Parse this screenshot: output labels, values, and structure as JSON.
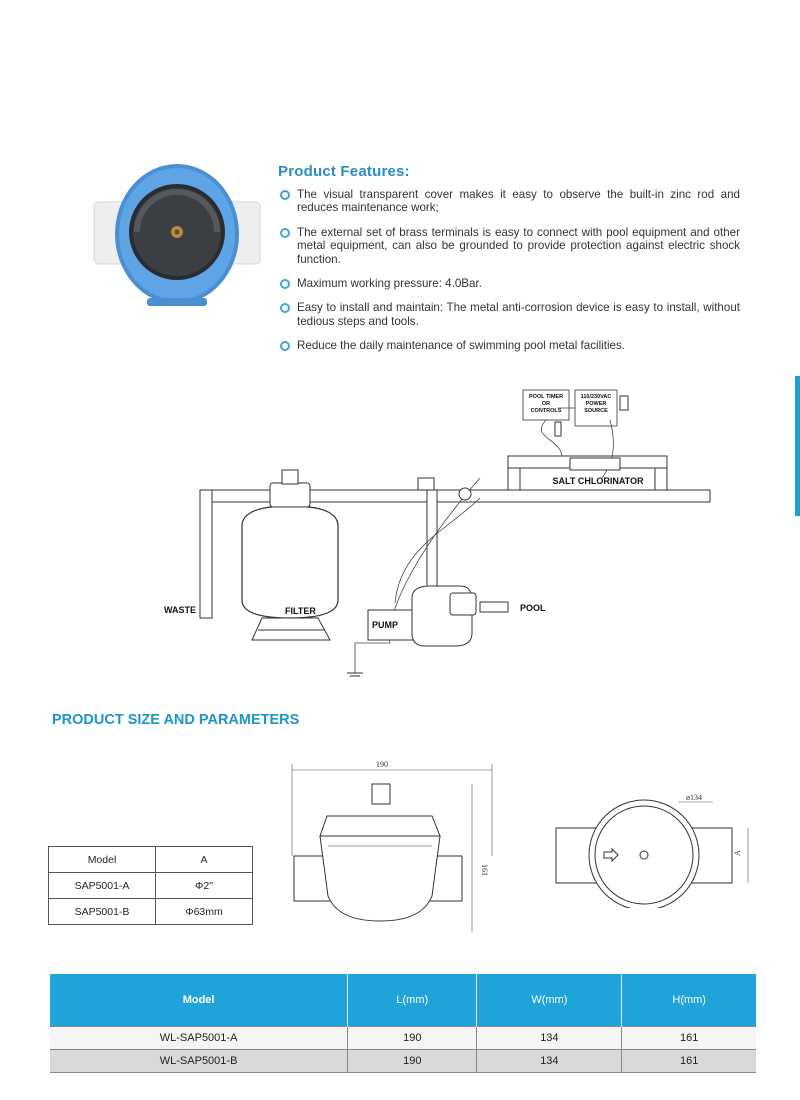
{
  "features": {
    "title": "Product Features:",
    "items": [
      "The visual transparent cover makes it easy to observe the built-in zinc rod and reduces maintenance work;",
      "The external set of brass terminals is easy to connect with pool equipment and other metal equipment, can also be grounded to provide protection against electric shock function.",
      "Maximum working pressure: 4.0Bar.",
      "Easy to install and maintain: The metal anti-corrosion device is easy to install, without tedious steps and tools.",
      "Reduce the daily maintenance of swimming pool metal facilities."
    ]
  },
  "diagram": {
    "pool_timer": [
      "POOL TIMER",
      "OR",
      "CONTROLS"
    ],
    "power_source": [
      "110/230VAC",
      "POWER",
      "SOURCE"
    ],
    "salt_chlorinator": "SALT CHLORINATOR",
    "waste": "WASTE",
    "filter": "FILTER",
    "pump": "PUMP",
    "pool": "POOL"
  },
  "section_title": "PRODUCT SIZE AND PARAMETERS",
  "small_table": {
    "header": [
      "Model",
      "A"
    ],
    "rows": [
      [
        "SAP5001-A",
        "Φ2\""
      ],
      [
        "SAP5001-B",
        "Φ63mm"
      ]
    ]
  },
  "drawing": {
    "width_dim": "190",
    "height_dim": "161",
    "diameter_dim": "ø134",
    "a_dim": "A"
  },
  "big_table": {
    "headers": [
      "Model",
      "L(mm)",
      "W(mm)",
      "H(mm)"
    ],
    "rows": [
      [
        "WL-SAP5001-A",
        "190",
        "134",
        "161"
      ],
      [
        "WL-SAP5001-B",
        "190",
        "134",
        "161"
      ]
    ]
  },
  "colors": {
    "accent": "#1ea4d8",
    "title_blue": "#2a8cc0"
  }
}
